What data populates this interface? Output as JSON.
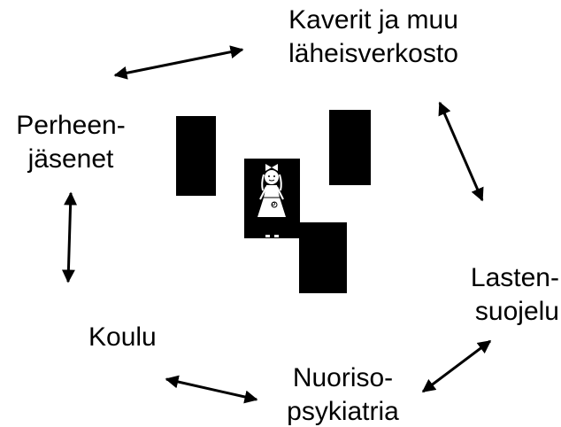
{
  "nodes": {
    "kaverit": {
      "lines": [
        "Kaverit ja muu",
        "läheisverkosto"
      ]
    },
    "perhe": {
      "lines": [
        "Perheen-",
        "jäsenet"
      ]
    },
    "lasten": {
      "lines": [
        "Lasten-",
        "suojelu"
      ]
    },
    "koulu": {
      "lines": [
        "Koulu"
      ]
    },
    "nuoriso": {
      "lines": [
        "Nuoriso-",
        "psykiatria"
      ]
    }
  },
  "center_figure": {
    "icon": "girl-figure-icon"
  },
  "colors": {
    "ink": "#000000",
    "background": "#ffffff"
  }
}
